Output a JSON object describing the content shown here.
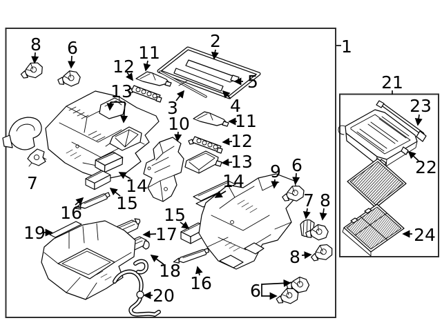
{
  "diagram": {
    "type": "exploded-parts-diagram",
    "subject": "hvac-heater-evaporator-assembly",
    "background": "#ffffff",
    "ink": "#000000",
    "box_border": "#2e2e2e",
    "callouts": {
      "n1": "1",
      "n2": "2",
      "n3": "3",
      "n4": "4",
      "n5": "5",
      "n6": "6",
      "n7": "7",
      "n8": "8",
      "n9": "9",
      "n10": "10",
      "n11": "11",
      "n12": "12",
      "n13": "13",
      "n14": "14",
      "n15": "15",
      "n16": "16",
      "n17": "17",
      "n18": "18",
      "n19": "19",
      "n20": "20",
      "n21": "21",
      "n22": "22",
      "n23": "23",
      "n24": "24"
    }
  }
}
